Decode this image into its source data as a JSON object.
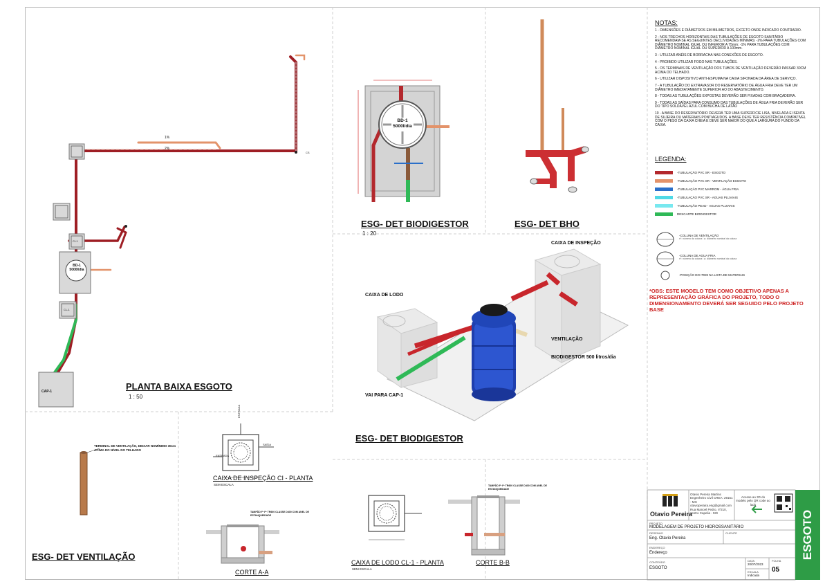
{
  "views": {
    "planta": {
      "title": "PLANTA BAIXA ESGOTO",
      "scale": "1 : 50",
      "labels": {
        "bd1_line1": "BD-1",
        "bd1_line2": "5000l/dia",
        "cap1": "CAP-1",
        "ci": "CI-1",
        "cl": "CL-1",
        "cs": "CS",
        "pct": "1%",
        "pct2": "2%"
      }
    },
    "det_biodigestor_top": {
      "title": "ESG- DET BIODIGESTOR",
      "scale": "1 : 20",
      "bd1_line1": "BD-1",
      "bd1_line2": "5000l/dia"
    },
    "det_bho": {
      "title": "ESG- DET BHO"
    },
    "det_biodigestor_3d": {
      "title": "ESG- DET BIODIGESTOR",
      "callouts": {
        "caixa_inspecao": "CAIXA DE INSPEÇÃO",
        "caixa_lodo": "CAIXA DE LODO",
        "ventilacao": "VENTILAÇÃO",
        "biodigestor": "BIODIGESTOR 500 litros/dia",
        "vai_para": "VAI PARA CAP-1"
      }
    },
    "det_ventilacao": {
      "title": "ESG- DET VENTILAÇÃO",
      "note": "TERMINAL DE VENTILAÇÃO, DEIXAR NOMÍNIMO 30cm ACIMA DO NÍVEL DO TELHADO"
    },
    "caixa_inspecao": {
      "title": "CAIXA DE INSPEÇÃO CI - PLANTA",
      "scale": "SEM ESCALA",
      "entrada": "ENTRADA",
      "saida": "SAÍDA"
    },
    "corte_aa": {
      "title": "CORTE A-A",
      "note": "TAMPÃO Fº Fº TR600 CLASSE D400 COM ANEL DE ESTANQUEIDADE"
    },
    "caixa_lodo": {
      "title": "CAIXA DE LODO CL-1 - PLANTA",
      "scale": "SEM ESCALA"
    },
    "corte_bb": {
      "title": "CORTE B-B",
      "note": "TAMPÃO Fº Fº TR600 CLASSE D400 COM ANEL DE ESTANQUEIDADE"
    }
  },
  "notes": {
    "title": "NOTAS:",
    "items": [
      "1 - DIMENSÕES  E DIÂMETROS EM MILIMETROS, EXCETO ONDE INDICADO CONTRARIO.",
      "2 - NOS TRECHOS HORIZONTAIS DAS TUBULAÇÕES DE ESGOTO SANITÁRIO RECOMENDAM-SE AS SEGUINTES DECLIVIDADES MÍNIMAS: -2% PARA TUBULAÇÕES COM DIÂMETRO NOMINAL IGUAL OU INFERIOR A 75mm; -1% PARA TUBULAÇÕES COM DIÂMETRO NOMINAL IGUAL OU SUPERIOR A 100mm.",
      "3 - UTILIZAR ANÉIS DE BORRACHA NAS CONEXÕES DE ESGOTO.",
      "4 - PROIBIDO UTILIZAR FOGO NAS TUBULAÇÕES.",
      "5 - OS TERMINAIS DE VENTILAÇÃO DOS TUBOS DE VENTILAÇÃO DEVERÃO PASSAR 30CM ACIMA DO TELHADO.",
      "6 - UTILIZAR DISPOSITIVO ANTI-ESPUMA NA CAIXA SIFONADA DA ÁREA DE SERVIÇO.",
      "7 - A TUBULAÇÃO DO EXTRAVASOR DO RESERVATÓRIO DE ÁGUA FRIA DEVE TER UM DIÂMETRO IMEDIATAMENTE SUPERIOR AO DO ABASTECIMENTO.",
      "8 - TODAS AS TUBULAÇÕES EXPOSTAS DEVERÃO SER FIXADAS COM BRAÇADEIRA.",
      "9 - TODAS AS SAÍDAS PARA CONSUMO DAS TUBULAÇÕES DE ÁGUA FRIA DEVERÃO SER DO TIPO SOLDÁVEL AZUL COM BUCHA DE LATÃO",
      "10 - A BASE DO RESERVATÓRIO DEVERÁ TER UMA SUPERFICIE LISA, NIVELADA E ISENTA DE SUJEIRA OU MATERIAIS PONTIAGUDOS. A BASE DEVE TER RESISTÊNCIA COMPATÍVEL COM O PESO DA CAIXA CHEIA E DEVE SER MAIOR DO QUE A LARGURA DO FUNDO DA CAIXA."
    ]
  },
  "legend": {
    "title": "LEGENDA:",
    "pipes": [
      {
        "label": "-TUBULAÇÃO PVC SR - ESGOTO",
        "color": "#b3282d"
      },
      {
        "label": "-TUBULAÇÃO PVC SR - VENTILAÇÃO ESGOTO",
        "color": "#e3936a"
      },
      {
        "label": "-TUBULAÇÃO PVC MARROM - ÁGUA FRIA",
        "color": "#2a6fc9"
      },
      {
        "label": "-TUBULAÇÃO PVC SR - AGUAS PLUVIAIS",
        "color": "#4fd9e6"
      },
      {
        "label": "-TUBULAÇÃO PEAD - AGUAS PLUVIAIS",
        "color": "#78e8ef"
      },
      {
        "label": "DESCARTE BIODIGESTOR",
        "color": "#2fb957"
      }
    ],
    "symbols": [
      {
        "label": "-COLUNA DE VENTILAÇÃO",
        "sub": "nº. número da coluna / ø. diâmetro nominal da coluna"
      },
      {
        "label": "-COLUNA DE AGUA FRIA",
        "sub": "nº. número da coluna / ø. diâmetro nominal da coluna"
      },
      {
        "label": "-POSIÇÃO DO ITEM NA LISTA DE MATERIAIS",
        "sub": ""
      }
    ],
    "obs": "*OBS: ESTE MODELO TEM COMO OBJETIVO APENAS A REPRESENTAÇÃO GRÁFICA DO PROJETO, TODO O DIMENSIONAMENTO DEVERÁ SER SEGUIDO PELO PROJETO BASE"
  },
  "title_block": {
    "company": "Otavio Pereira",
    "contact": "Otavio Pereira Martins Engenheiro Civil CREA: 29151 - MG otavioperaira.eng@gmail.com Rua Manoel Pedro, nº210, centro Capelia - MG",
    "qr_note": "Acesse ao 3D do modelo pelo QR code ao lado",
    "projeto_label": "PROJETO",
    "projeto": "MODELAGEM DE PROJETO HIDROSSANITÁRIO",
    "desenho_label": "DESENHO",
    "desenho": "Eng. Otavio Pereira",
    "cliente_label": "CLIENTE",
    "endereco_label": "ENDEREÇO",
    "endereco": "Endereço",
    "conteudo_label": "CONTEÚDO",
    "conteudo": "ESGOTO",
    "data_label": "DATA",
    "data": "20/07/2023",
    "escala_label": "ESCALA",
    "escala": "Indicada",
    "folha_label": "FOLHA",
    "folha": "05",
    "band": "ESGOTO",
    "brand_color": "#2e9c46"
  }
}
